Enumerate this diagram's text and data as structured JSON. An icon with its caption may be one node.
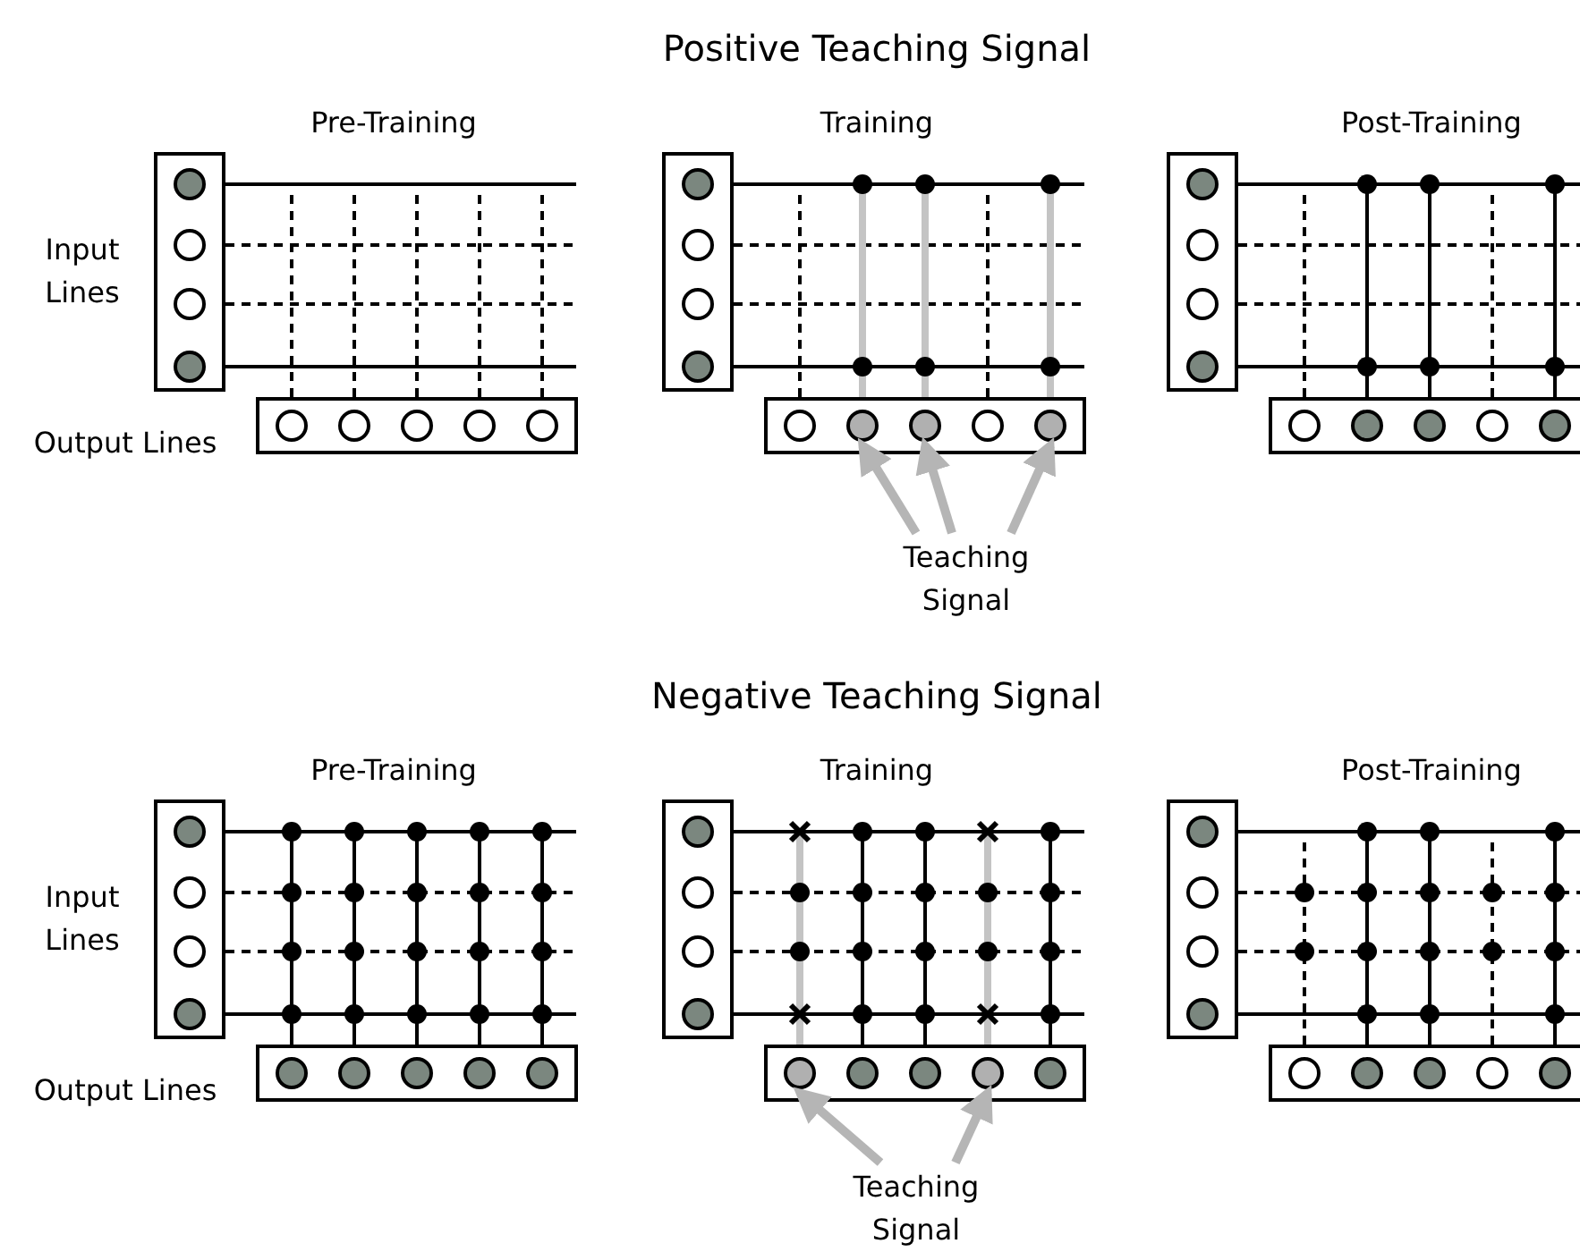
{
  "diagram": {
    "nodes": [
      {
        "text": [],
        "shape": "circle"
      },
      {
        "text": [],
        "shape": "circle"
      },
      {
        "text": [],
        "shape": "circle"
      },
      {
        "text": [
          "Teaching Signal"
        ]
      },
      {
        "text": [],
        "shape": "circle"
      },
      {
        "text": [],
        "shape": "circle"
      },
      {
        "text": [
          "Teaching Signal"
        ]
      }
    ],
    "edges": [
      {
        "from": 3,
        "to": 0,
        "arrow": "to"
      },
      {
        "from": 3,
        "to": 1,
        "arrow": "to"
      },
      {
        "from": 3,
        "to": 2,
        "arrow": "to"
      },
      {
        "from": 6,
        "to": 4,
        "arrow": "to"
      },
      {
        "from": 6,
        "to": 5,
        "arrow": "to"
      }
    ],
    "labels": [
      "Positive Teaching Signal",
      "Pre-Training",
      "Training",
      "Post-Training",
      "Input Lines",
      "Output Lines",
      "Negative Teaching Signal",
      "Pre-Training",
      "Training",
      "Post-Training",
      "Input Lines",
      "Output Lines"
    ]
  }
}
